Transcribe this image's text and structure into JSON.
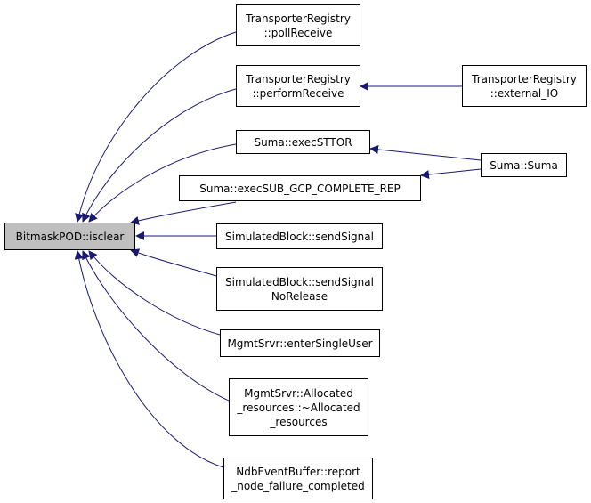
{
  "colors": {
    "edge": "#191970",
    "root_fill": "#bfbfbf",
    "node_border": "#000000"
  },
  "nodes": {
    "root": {
      "lines": [
        "BitmaskPOD::isclear"
      ]
    },
    "pollRecv": {
      "lines": [
        "TransporterRegistry",
        "::pollReceive"
      ]
    },
    "perfRecv": {
      "lines": [
        "TransporterRegistry",
        "::performReceive"
      ]
    },
    "extIO": {
      "lines": [
        "TransporterRegistry",
        "::external_IO"
      ]
    },
    "sttor": {
      "lines": [
        "Suma::execSTTOR"
      ]
    },
    "suma": {
      "lines": [
        "Suma::Suma"
      ]
    },
    "subgcp": {
      "lines": [
        "Suma::execSUB_GCP_COMPLETE_REP"
      ]
    },
    "sendSig": {
      "lines": [
        "SimulatedBlock::sendSignal"
      ]
    },
    "sendSigNR": {
      "lines": [
        "SimulatedBlock::sendSignal",
        "NoRelease"
      ]
    },
    "enterSU": {
      "lines": [
        "MgmtSrvr::enterSingleUser"
      ]
    },
    "allocRes": {
      "lines": [
        "MgmtSrvr::Allocated",
        "_resources::~Allocated",
        "_resources"
      ]
    },
    "ndbEvt": {
      "lines": [
        "NdbEventBuffer::report",
        "_node_failure_completed"
      ]
    }
  }
}
